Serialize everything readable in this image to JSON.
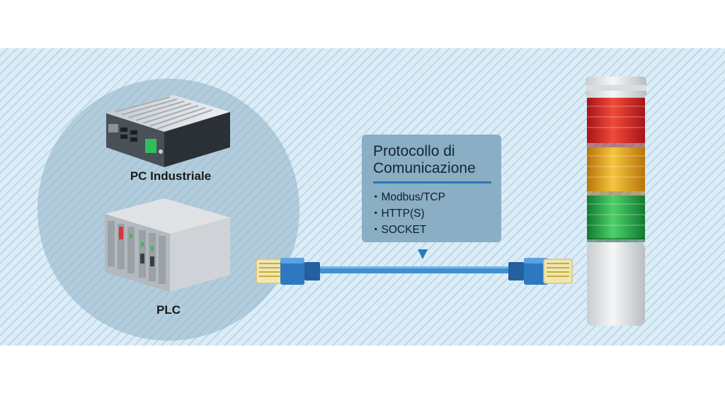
{
  "devices": {
    "pc_label": "PC Industriale",
    "plc_label": "PLC"
  },
  "protocol_card": {
    "title_line1": "Protocollo di",
    "title_line2": "Comunicazione",
    "items": [
      "Modbus/TCP",
      "HTTP(S)",
      "SOCKET"
    ]
  },
  "colors": {
    "background_stripe": "#bcd8e9",
    "circle": "#8fb0c5",
    "card": "#8aaec3",
    "card_rule": "#2a79b8",
    "cable": "#3f8fd6",
    "signal_red": "#d8282a",
    "signal_amber": "#e6a21c",
    "signal_green": "#2aa84a"
  },
  "signal_tower": {
    "lamps": [
      "red",
      "amber",
      "green"
    ]
  }
}
